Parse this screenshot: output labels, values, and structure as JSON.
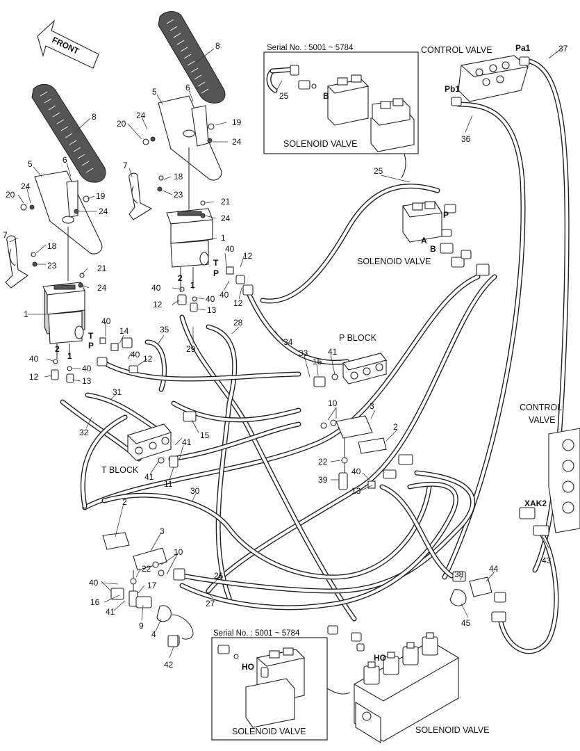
{
  "direction_arrow": {
    "label": "FRONT"
  },
  "insets": {
    "top": {
      "serial": "Serial No. : 5001 ~ 5784",
      "caption": "SOLENOID VALVE",
      "port_b": "B"
    },
    "bottom": {
      "serial": "Serial No. : 5001 ~ 5784",
      "caption": "SOLENOID VALVE",
      "port_ho": "HO"
    }
  },
  "captions": {
    "control_valve_top": "CONTROL VALVE",
    "control_valve_right_1": "CONTROL",
    "control_valve_right_2": "VALVE",
    "solenoid_valve_mid": "SOLENOID VALVE",
    "solenoid_valve_bottom": "SOLENOID VALVE",
    "p_block": "P BLOCK",
    "t_block": "T BLOCK"
  },
  "ports": {
    "pa1": "Pa1",
    "pb1": "Pb1",
    "xak2": "XAK2",
    "p": "P",
    "a": "A",
    "b": "B",
    "ho": "HO",
    "t_left": "T",
    "p_left": "P",
    "t_right": "T",
    "p_right": "P",
    "n2_left": "2",
    "n1_left": "1",
    "n2_right": "2",
    "n1_right": "1"
  },
  "callouts": {
    "c8a": "8",
    "c8b": "8",
    "c5a": "5",
    "c6a": "6",
    "c5b": "5",
    "c6b": "6",
    "c20a": "20",
    "c24a": "24",
    "c19a": "19",
    "c24b": "24",
    "c20b": "20",
    "c24c": "24",
    "c19b": "19",
    "c24d": "24",
    "c7a": "7",
    "c18a": "18",
    "c23a": "23",
    "c7b": "7",
    "c18b": "18",
    "c23b": "23",
    "c21a": "21",
    "c24e": "24",
    "c21b": "21",
    "c24f": "24",
    "c1a": "1",
    "c1b": "1",
    "c40a": "40",
    "c12a": "12",
    "c40b": "40",
    "c12b": "12",
    "c40c": "40",
    "c12c": "12",
    "c40d": "40",
    "c13a": "13",
    "c40e": "40",
    "c14": "14",
    "c40f": "40",
    "c12d": "12",
    "c40g": "40",
    "c12e": "12",
    "c40h": "40",
    "c13b": "13",
    "c35": "35",
    "c29": "29",
    "c28": "28",
    "c34": "34",
    "c31": "31",
    "c32": "32",
    "c33": "33",
    "c15a": "15",
    "c41a": "41",
    "c15b": "15",
    "c41b": "41",
    "c41c": "41",
    "c11": "11",
    "c10a": "10",
    "c3a": "3",
    "c2a": "2",
    "c22a": "22",
    "c40i": "40",
    "c39": "39",
    "c13c": "13",
    "c30": "30",
    "c2b": "2",
    "c3b": "3",
    "c10b": "10",
    "c40j": "40",
    "c22b": "22",
    "c16": "16",
    "c17": "17",
    "c26": "26",
    "c27": "27",
    "c41d": "41",
    "c9": "9",
    "c4": "4",
    "c42": "42",
    "c25a": "25",
    "c25b": "25",
    "c37": "37",
    "c36": "36",
    "c43": "43",
    "c38": "38",
    "c44": "44",
    "c45": "45"
  }
}
